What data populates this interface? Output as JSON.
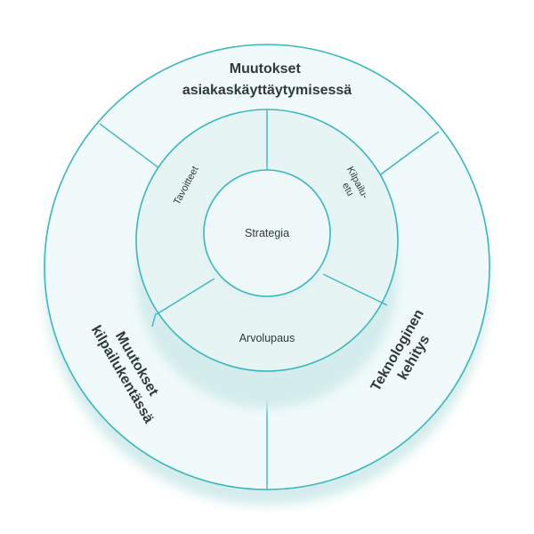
{
  "outer": {
    "top": [
      "Muutokset",
      "asiakaskäyttäytymisessä"
    ],
    "left": [
      "Muutokset",
      "kilpailukentässä"
    ],
    "right": [
      "Teknologinen",
      "kehitys"
    ]
  },
  "inner": {
    "goals": "Tavoitteet",
    "advantage": [
      "Kilpailu-",
      "etu"
    ],
    "value": "Arvolupaus"
  },
  "center": "Strategia",
  "colors": {
    "line": "#38b7bc",
    "outer_fill": "#f1fafa",
    "inner_fill": "#e7f4f4",
    "shadow": "#d4ecec",
    "text": "#2f3a3a"
  }
}
